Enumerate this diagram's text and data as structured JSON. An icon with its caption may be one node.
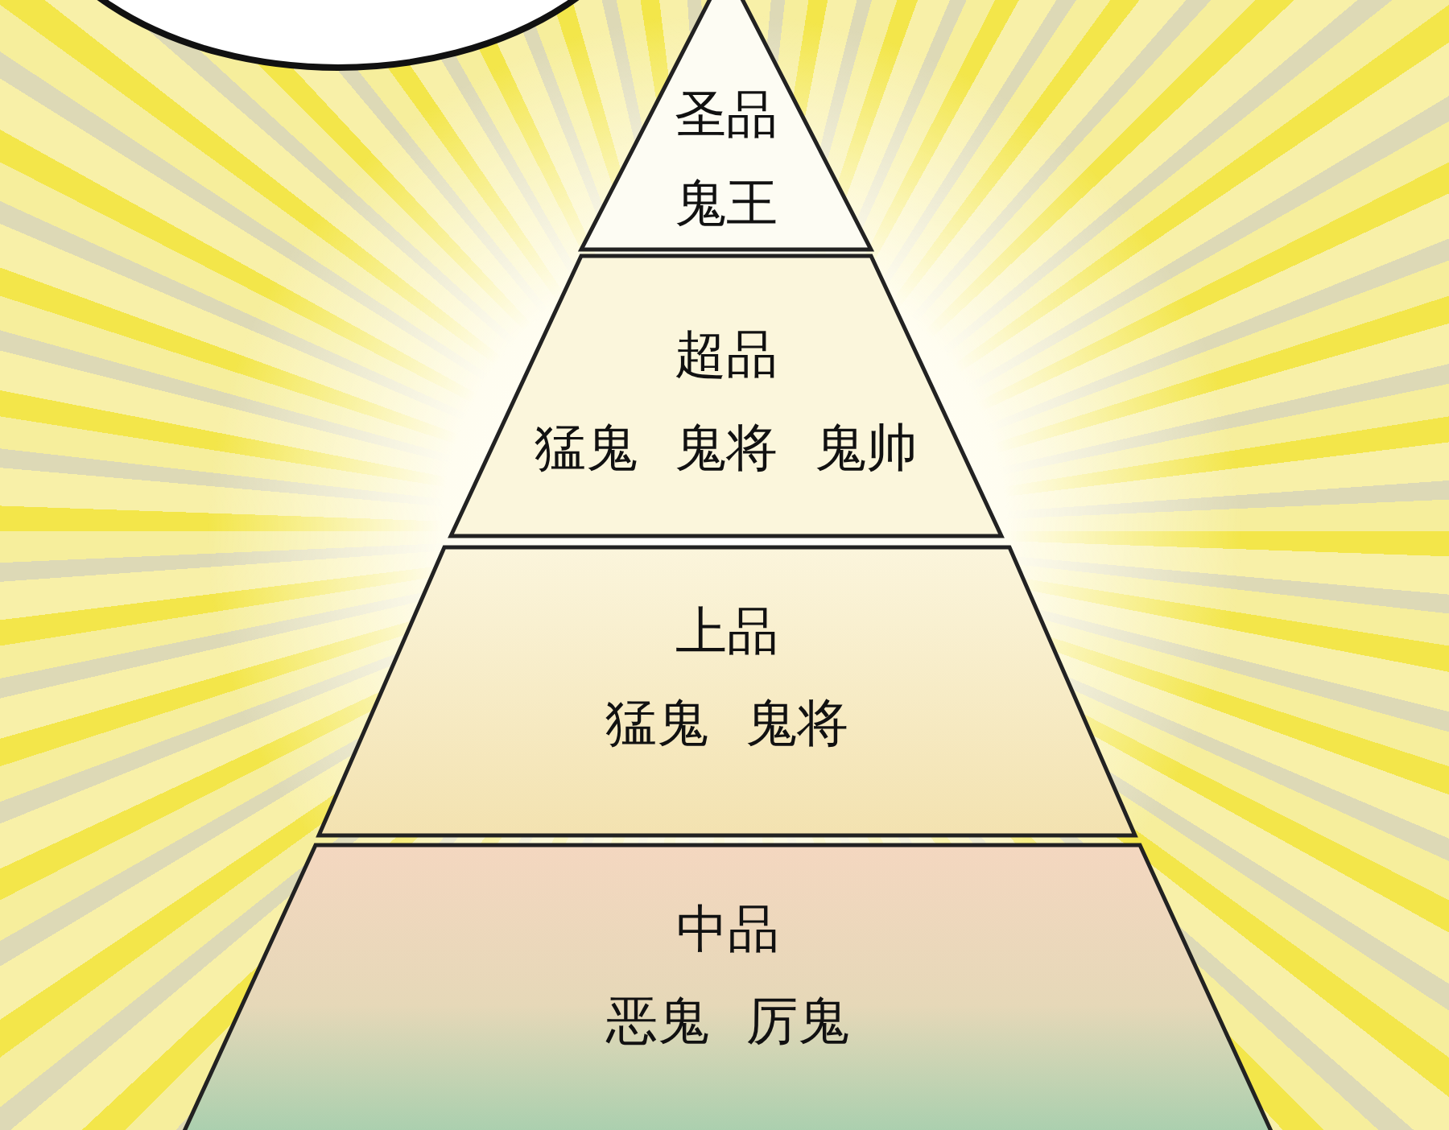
{
  "diagram": {
    "nodes": [
      {
        "text": [
          "圣品",
          "鬼王"
        ]
      },
      {
        "text": [
          "超品",
          "猛鬼 鬼将 鬼帅"
        ]
      },
      {
        "text": [
          "上品",
          "猛鬼 鬼将"
        ]
      },
      {
        "text": [
          "中品",
          "恶鬼 厉鬼"
        ]
      }
    ]
  }
}
